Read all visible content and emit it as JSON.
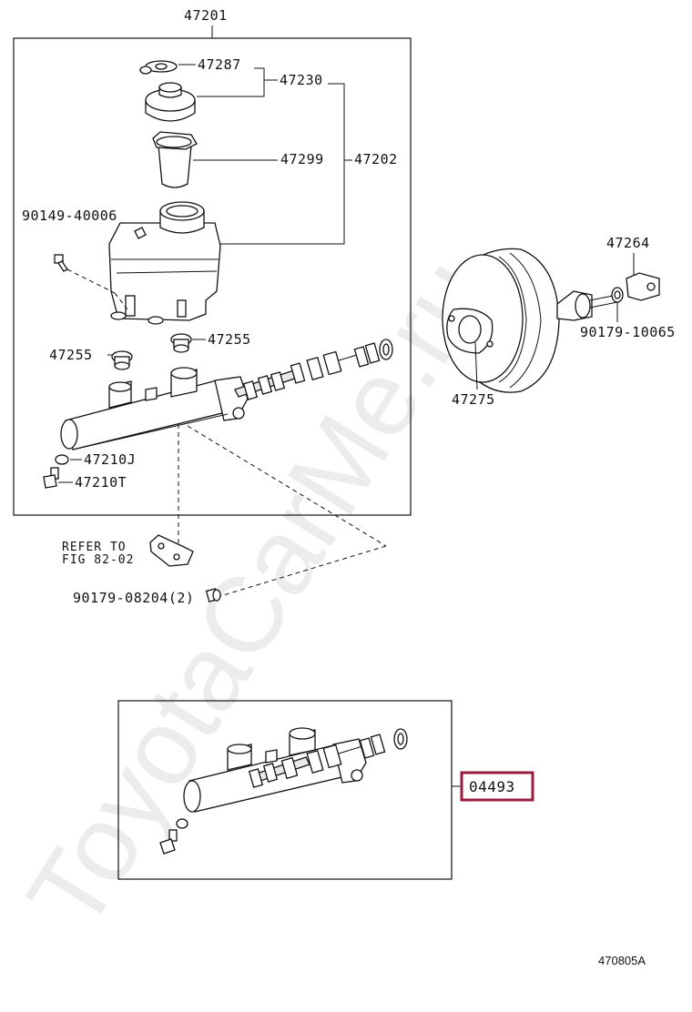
{
  "watermark": "ToyotaCarMe.ru",
  "figure_id": "470805A",
  "labels": {
    "assembly_47201": "47201",
    "gasket_47287": "47287",
    "cap_47230": "47230",
    "strainer_47299": "47299",
    "reservoir_47202": "47202",
    "screw_90149": "90149-40006",
    "grommet_47255_left": "47255",
    "grommet_47255_right": "47255",
    "gasket_47210j": "47210J",
    "plug_47210t": "47210T",
    "refer_line1": "REFER TO",
    "refer_line2": "FIG 82-02",
    "nut_90179_08204": "90179-08204(2)",
    "clevis_47264": "47264",
    "nut_90179_10065": "90179-10065",
    "gasket_47275": "47275",
    "kit_04493": "04493"
  },
  "colors": {
    "highlight": "#9c1b3a",
    "ink": "#111111"
  }
}
